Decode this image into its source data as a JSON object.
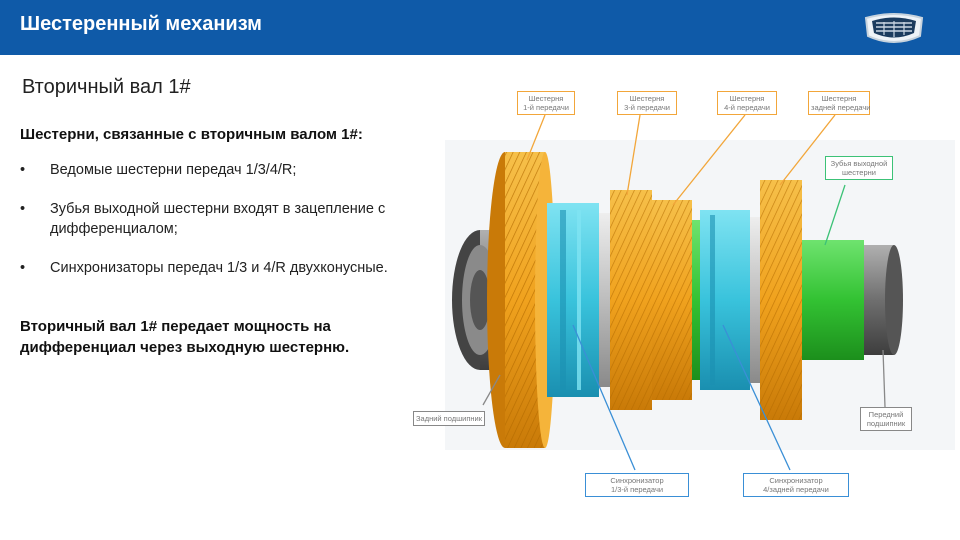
{
  "header": {
    "title": "Шестеренный механизм"
  },
  "subtitle": "Вторичный вал 1#",
  "heading": "Шестерни, связанные с вторичным валом 1#:",
  "bullets": [
    "Ведомые шестерни передач 1/3/4/R;",
    "Зубья выходной шестерни входят в зацепление с дифференциалом;",
    "Синхронизаторы передач 1/3 и 4/R двухконусные."
  ],
  "bullet_symbol": "•",
  "conclusion": "Вторичный вал 1# передает мощность на дифференциал через выходную шестерню.",
  "callouts": {
    "gear1": [
      "Шестерня",
      "1-й передачи"
    ],
    "gear3": [
      "Шестерня",
      "3-й передачи"
    ],
    "gear4": [
      "Шестерня",
      "4-й передачи"
    ],
    "gearR": [
      "Шестерня",
      "задней передачи"
    ],
    "output": [
      "Зубья выходной",
      "шестерни"
    ],
    "rear_bearing": [
      "Задний подшипник"
    ],
    "front_bearing": [
      "Передний",
      "подшипник"
    ],
    "sync13": [
      "Синхронизатор",
      "1/3-й передачи"
    ],
    "sync4r": [
      "Синхронизатор",
      "4/задней передачи"
    ]
  },
  "colors": {
    "header": "#0f5aa8",
    "gear": "#f0a21e",
    "synchronizer": "#39c3dc",
    "output_gear": "#33c233",
    "bearing": "#6f6f6f"
  }
}
